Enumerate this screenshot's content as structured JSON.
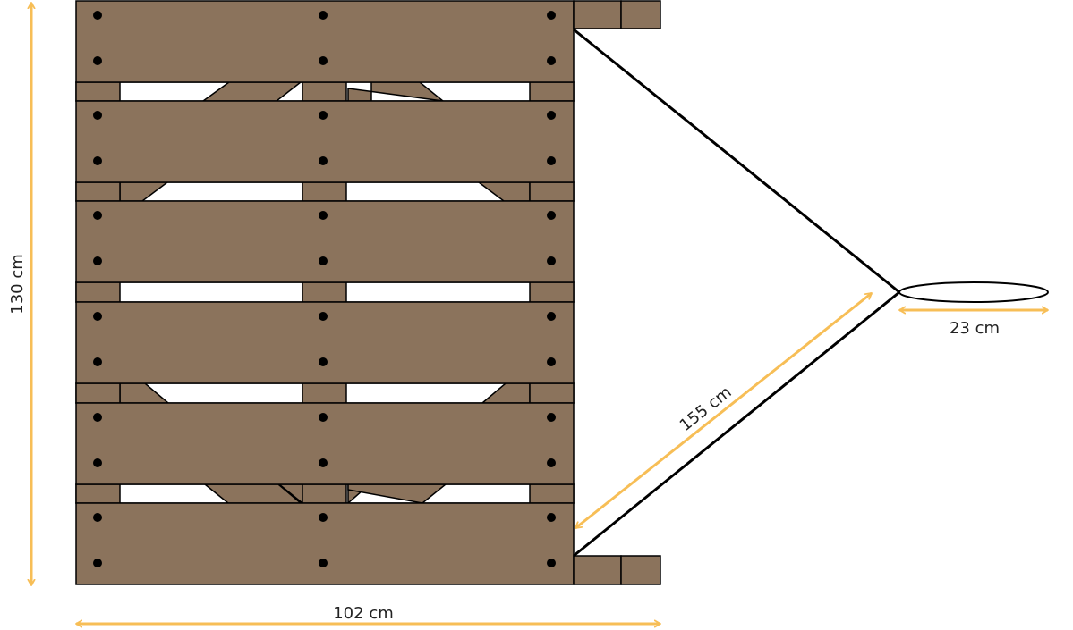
{
  "dimensions": {
    "height": "130 cm",
    "width": "102 cm",
    "rope_length": "155 cm",
    "loop_width": "23 cm"
  },
  "colors": {
    "wood": "#8B735C",
    "outline": "#000000",
    "dimension": "#F7BE56",
    "background": "#FFFFFF"
  }
}
